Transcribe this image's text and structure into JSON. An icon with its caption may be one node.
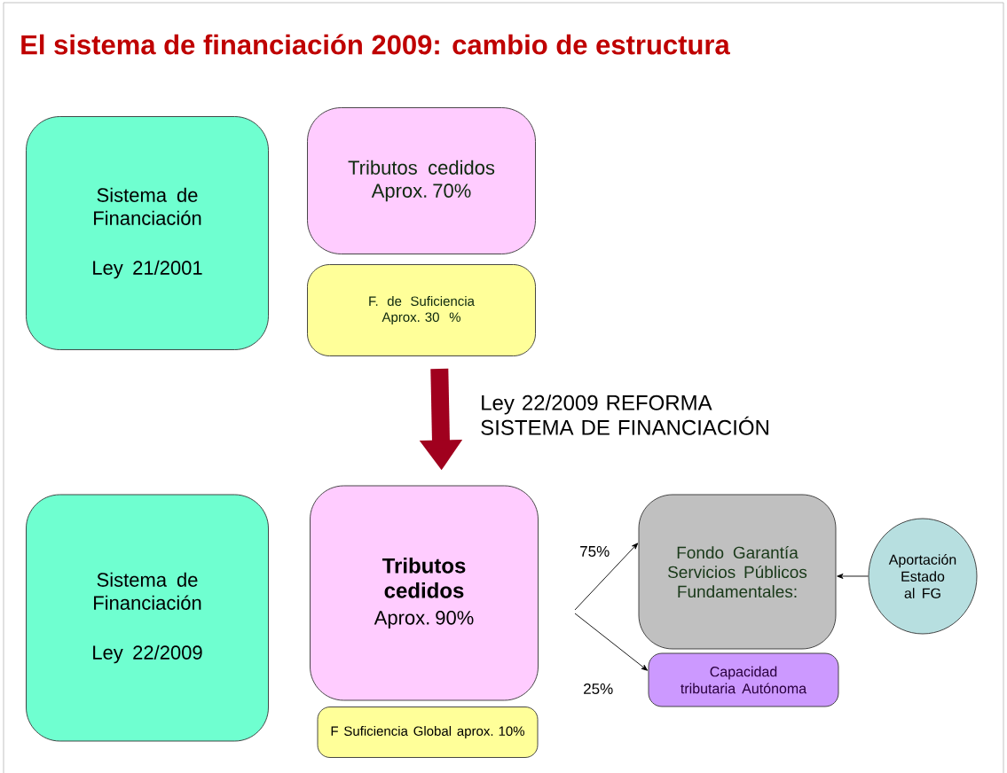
{
  "diagram": {
    "title": "El sistema de financiación 2009: cambio de estructura",
    "nodes": [
      {
        "text": [
          "Sistema de Financiación",
          "Ley 21/2001"
        ]
      },
      {
        "text": [
          "Tributos cedidos",
          "Aprox. 70%"
        ]
      },
      {
        "text": [
          "F. de Suficiencia",
          "Aprox. 30 %"
        ]
      },
      {
        "text": [
          "Sistema de Financiación",
          "Ley 22/2009"
        ]
      },
      {
        "text": [
          "Tributos cedidos",
          "Aprox. 90%"
        ]
      },
      {
        "text": [
          "F Suficiencia Global aprox. 10%"
        ]
      },
      {
        "text": [
          "Fondo Garantía Servicios Públicos Fundamentales:"
        ]
      },
      {
        "text": [
          "Capacidad tributaria Autónoma"
        ]
      },
      {
        "text": [
          "Aportación Estado al FG"
        ]
      }
    ],
    "edges": [
      {
        "from": 2,
        "to": 4,
        "arrow": "to",
        "style": "thick",
        "color": "#a0001e",
        "label": "Ley 22/2009 REFORMA SISTEMA DE FINANCIACIÓN"
      },
      {
        "from": null,
        "to": 6,
        "arrow": "to",
        "label": "75%"
      },
      {
        "from": null,
        "to": 7,
        "arrow": "to",
        "label": "25%"
      },
      {
        "from": 8,
        "to": 6,
        "arrow": "to"
      }
    ]
  }
}
